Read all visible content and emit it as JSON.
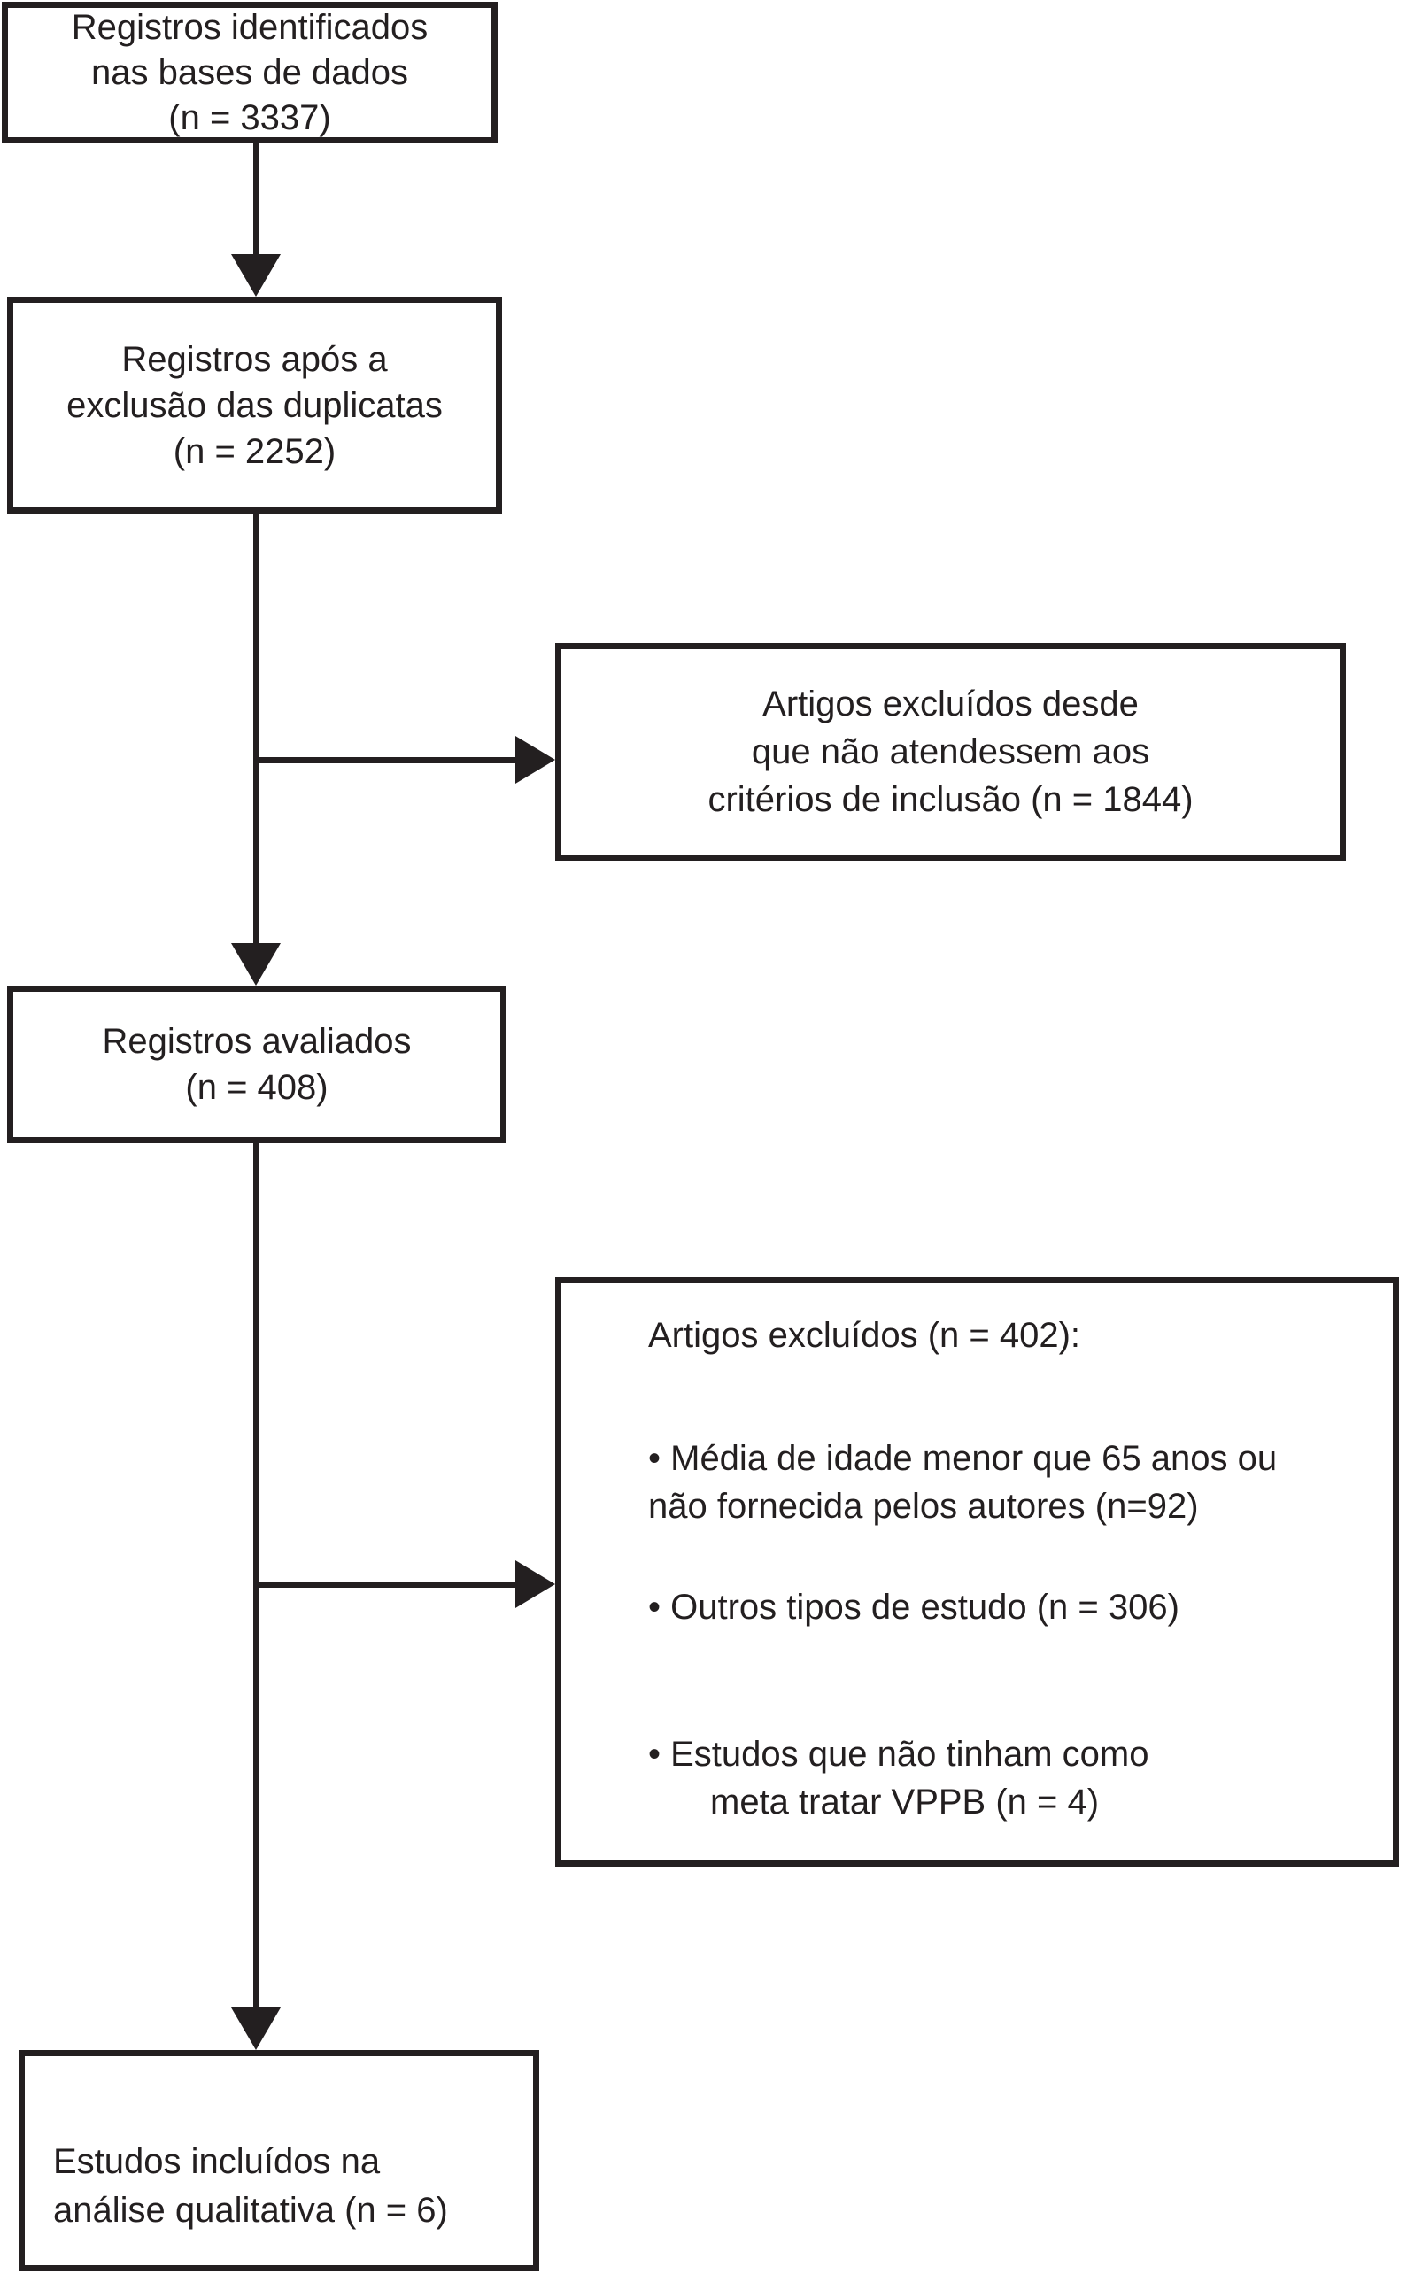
{
  "diagram": {
    "type": "flowchart",
    "language": "pt-BR",
    "colors": {
      "ink": "#231f20",
      "background": "#ffffff"
    },
    "boxes": {
      "identified": {
        "lines": [
          "Registros identificados",
          "nas bases de dados",
          "(n = 3337)"
        ]
      },
      "after_duplicates": {
        "lines": [
          "Registros após a",
          "exclusão das duplicatas",
          "(n = 2252)"
        ]
      },
      "excluded_criteria": {
        "lines": [
          "Artigos excluídos desde",
          "que não atendessem aos",
          "critérios de inclusão (n = 1844)"
        ]
      },
      "assessed": {
        "lines": [
          "Registros avaliados",
          "(n = 408)"
        ]
      },
      "excluded_detail": {
        "title": "Artigos excluídos (n = 402):",
        "items": [
          {
            "line1": "• Média de idade menor que 65 anos ou",
            "line2": "não fornecida pelos autores (n=92)"
          },
          {
            "line1": "• Outros tipos de estudo (n = 306)",
            "line2": ""
          },
          {
            "line1": "• Estudos que não tinham como",
            "line2": "meta tratar VPPB (n = 4)"
          }
        ]
      },
      "included": {
        "lines": [
          "Estudos incluídos na",
          "análise qualitativa (n = 6)"
        ]
      }
    },
    "connections": [
      {
        "from": "identified",
        "to": "after_duplicates",
        "direction": "down"
      },
      {
        "from": "after_duplicates",
        "to": "assessed",
        "direction": "down"
      },
      {
        "from": "after_duplicates",
        "to": "excluded_criteria",
        "direction": "right"
      },
      {
        "from": "assessed",
        "to": "included",
        "direction": "down"
      },
      {
        "from": "assessed",
        "to": "excluded_detail",
        "direction": "right"
      }
    ]
  }
}
